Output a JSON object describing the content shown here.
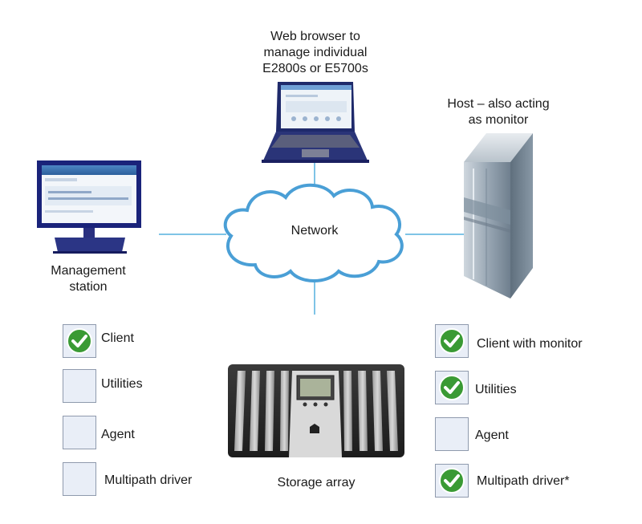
{
  "labels": {
    "browser": "Web browser to manage individual E2800s or E5700s",
    "host": "Host – also acting as monitor",
    "network": "Network",
    "mgmt": "Management station",
    "storage": "Storage array"
  },
  "left_checklist": [
    {
      "label": "Client",
      "checked": true
    },
    {
      "label": "Utilities",
      "checked": false
    },
    {
      "label": "Agent",
      "checked": false
    },
    {
      "label": "Multipath driver",
      "checked": false
    }
  ],
  "right_checklist": [
    {
      "label": "Client with monitor",
      "checked": true
    },
    {
      "label": "Utilities",
      "checked": true
    },
    {
      "label": "Agent",
      "checked": false
    },
    {
      "label": "Multipath driver*",
      "checked": true
    }
  ],
  "colors": {
    "connector": "#7fc4e6",
    "cloud_outline": "#4a9fd6",
    "check_green": "#3a9a34",
    "unchecked_fill": "#e9eef7"
  }
}
